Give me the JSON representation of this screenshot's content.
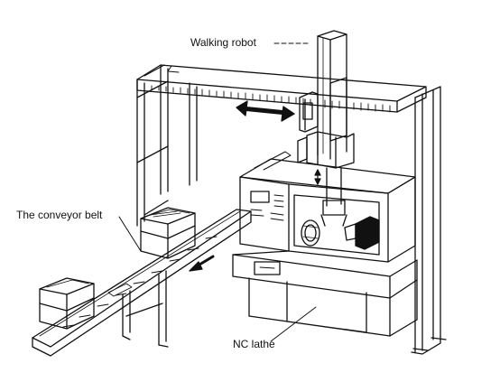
{
  "labels": {
    "walking_robot": "Walking robot",
    "conveyor_belt": "The conveyor belt",
    "nc_lathe": "NC lathe"
  },
  "colors": {
    "ink": "#111111",
    "background": "#ffffff"
  }
}
